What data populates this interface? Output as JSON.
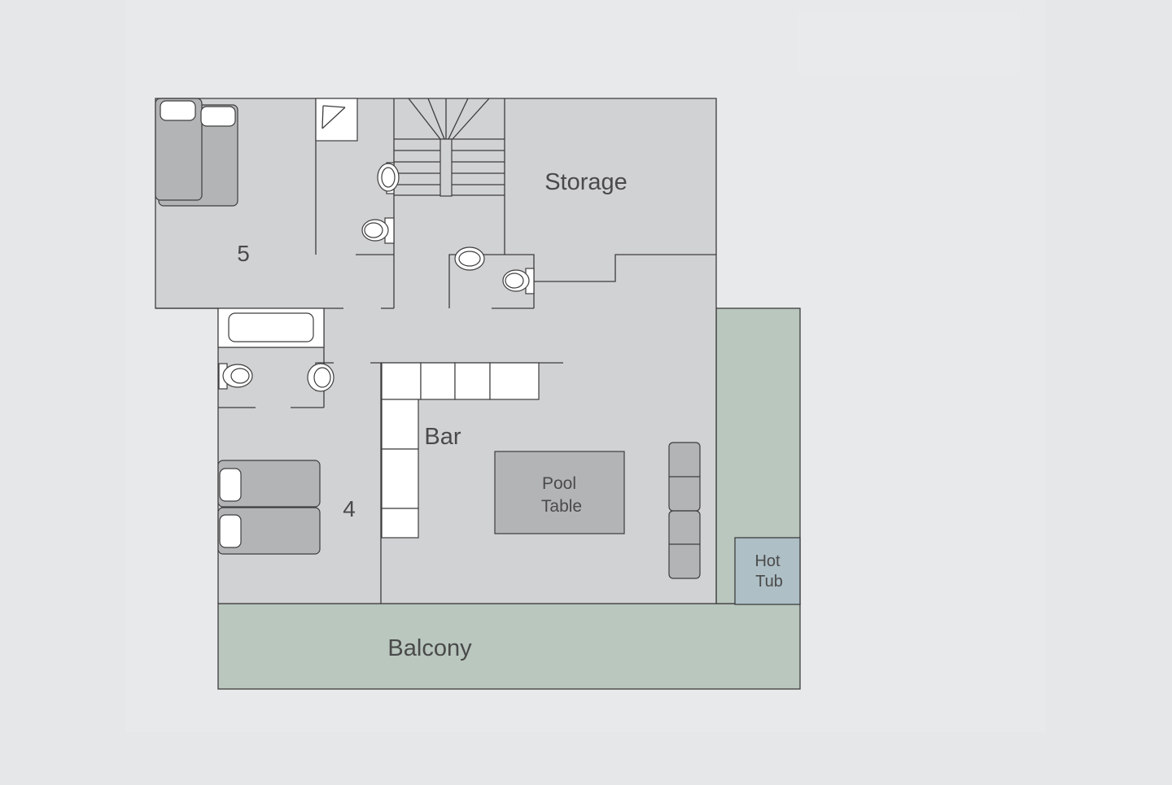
{
  "plan": {
    "colors": {
      "page_background": "#e6e7e9",
      "room_fill": "#d1d2d4",
      "outdoor_fill": "#b9c7bf",
      "hot_tub_fill": "#aebfc6",
      "furniture_fill": "#b3b4b6",
      "fixture_fill": "#ffffff",
      "line_color": "#3d3d3d",
      "text_color": "#4a4a4a"
    },
    "labels": {
      "storage": "Storage",
      "bedroom_5": "5",
      "bedroom_4": "4",
      "bar": "Bar",
      "pool_table_line1": "Pool",
      "pool_table_line2": "Table",
      "hot_tub_line1": "Hot",
      "hot_tub_line2": "Tub",
      "balcony": "Balcony"
    }
  }
}
